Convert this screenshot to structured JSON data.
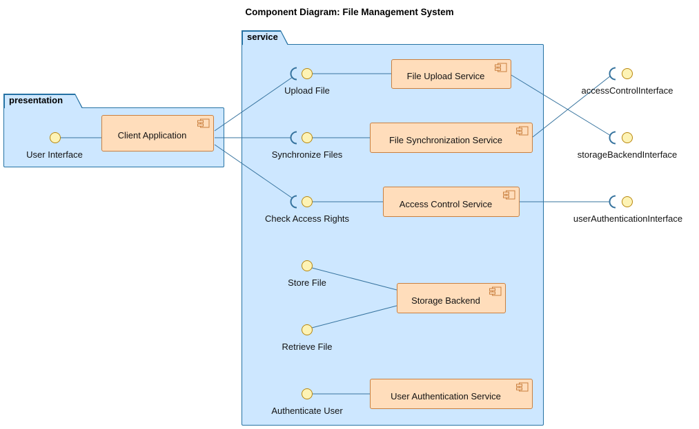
{
  "title": "Component Diagram: File Management System",
  "packages": {
    "presentation": {
      "label": "presentation"
    },
    "service": {
      "label": "service"
    }
  },
  "components": {
    "client_application": {
      "label": "Client Application",
      "package": "presentation"
    },
    "file_upload_service": {
      "label": "File Upload Service",
      "package": "service"
    },
    "file_synchronization_service": {
      "label": "File Synchronization Service",
      "package": "service"
    },
    "access_control_service": {
      "label": "Access Control Service",
      "package": "service"
    },
    "storage_backend": {
      "label": "Storage Backend",
      "package": "service"
    },
    "user_authentication_service": {
      "label": "User Authentication Service",
      "package": "service"
    }
  },
  "interfaces": {
    "user_interface": {
      "label": "User Interface",
      "kind": "lollipop"
    },
    "upload_file": {
      "label": "Upload File",
      "kind": "lollipop-with-socket"
    },
    "synchronize_files": {
      "label": "Synchronize Files",
      "kind": "lollipop-with-socket"
    },
    "check_access_rights": {
      "label": "Check Access Rights",
      "kind": "lollipop-with-socket"
    },
    "store_file": {
      "label": "Store File",
      "kind": "lollipop"
    },
    "retrieve_file": {
      "label": "Retrieve File",
      "kind": "lollipop"
    },
    "authenticate_user": {
      "label": "Authenticate User",
      "kind": "lollipop"
    },
    "access_control_interface": {
      "label": "accessControlInterface",
      "kind": "lollipop-with-socket"
    },
    "storage_backend_interface": {
      "label": "storageBackendInterface",
      "kind": "lollipop-with-socket"
    },
    "user_authentication_interface": {
      "label": "userAuthenticationInterface",
      "kind": "lollipop-with-socket"
    }
  },
  "edges": [
    {
      "from": "user_interface",
      "to": "client_application"
    },
    {
      "from": "client_application",
      "to": "upload_file"
    },
    {
      "from": "client_application",
      "to": "synchronize_files"
    },
    {
      "from": "client_application",
      "to": "check_access_rights"
    },
    {
      "from": "upload_file",
      "to": "file_upload_service"
    },
    {
      "from": "synchronize_files",
      "to": "file_synchronization_service"
    },
    {
      "from": "check_access_rights",
      "to": "access_control_service"
    },
    {
      "from": "file_upload_service",
      "to": "storage_backend_interface"
    },
    {
      "from": "file_synchronization_service",
      "to": "access_control_interface"
    },
    {
      "from": "access_control_service",
      "to": "user_authentication_interface"
    },
    {
      "from": "store_file",
      "to": "storage_backend"
    },
    {
      "from": "retrieve_file",
      "to": "storage_backend"
    },
    {
      "from": "authenticate_user",
      "to": "user_authentication_service"
    }
  ],
  "colors": {
    "package_fill": "#CDE7FF",
    "package_border": "#2471A3",
    "component_fill": "#FFDDBB",
    "component_border": "#C97F3E",
    "interface_fill": "#FDF3B5",
    "interface_border": "#B8860B",
    "connector": "#36739E",
    "background": "#FFFFFF"
  }
}
